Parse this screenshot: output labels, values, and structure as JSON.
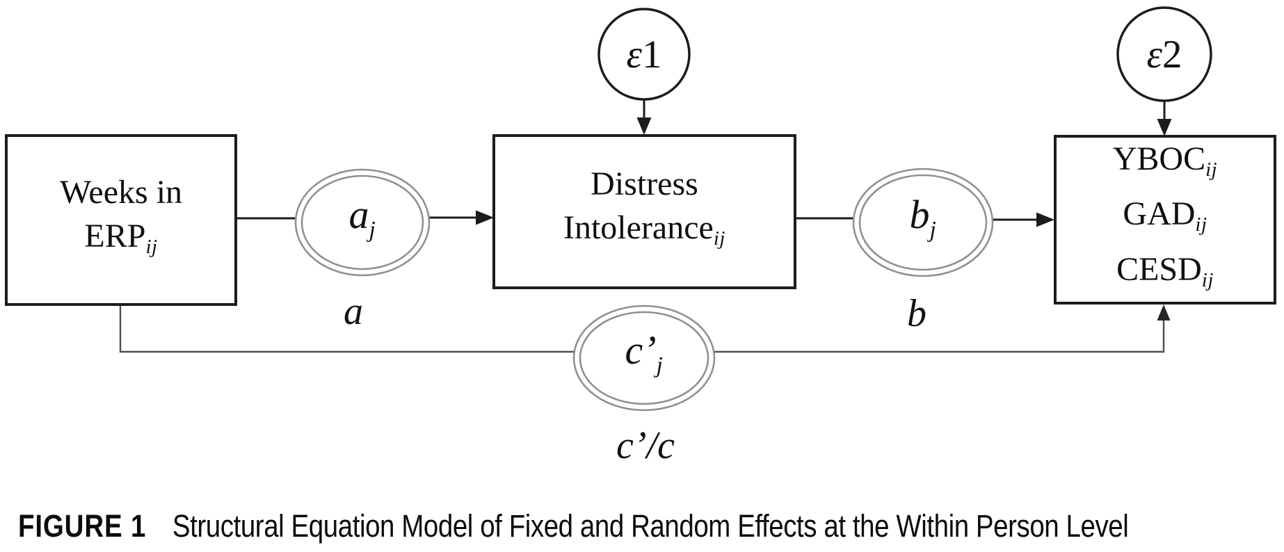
{
  "figure": {
    "nodes": {
      "weeks_in_erp": {
        "line1": "Weeks in",
        "line2_main": "ERP",
        "line2_sub": "ij"
      },
      "distress_intolerance": {
        "line1": "Distress",
        "line2_main": "Intolerance",
        "line2_sub": "ij"
      },
      "outcomes": {
        "line1_main": "YBOC",
        "line1_sub": "ij",
        "line2_main": "GAD",
        "line2_sub": "ij",
        "line3_main": "CESD",
        "line3_sub": "ij"
      }
    },
    "error_terms": {
      "e1_symbol": "ε",
      "e1_number": "1",
      "e2_symbol": "ε",
      "e2_number": "2"
    },
    "random_effects": {
      "a_main": "a",
      "a_sub": "j",
      "b_main": "b",
      "b_sub": "j",
      "c_main": "c’",
      "c_sub": "j"
    },
    "fixed_effect_labels": {
      "a": "a",
      "b": "b",
      "c": "c’/c"
    }
  },
  "caption": {
    "label": "FIGURE 1",
    "title": "Structural Equation Model of Fixed and Random Effects at the Within Person Level"
  },
  "colors": {
    "box_stroke": "#1c1c1c",
    "ellipse_stroke": "#909090",
    "connector": "#4d4d4d",
    "text": "#111111",
    "background": "#ffffff"
  }
}
